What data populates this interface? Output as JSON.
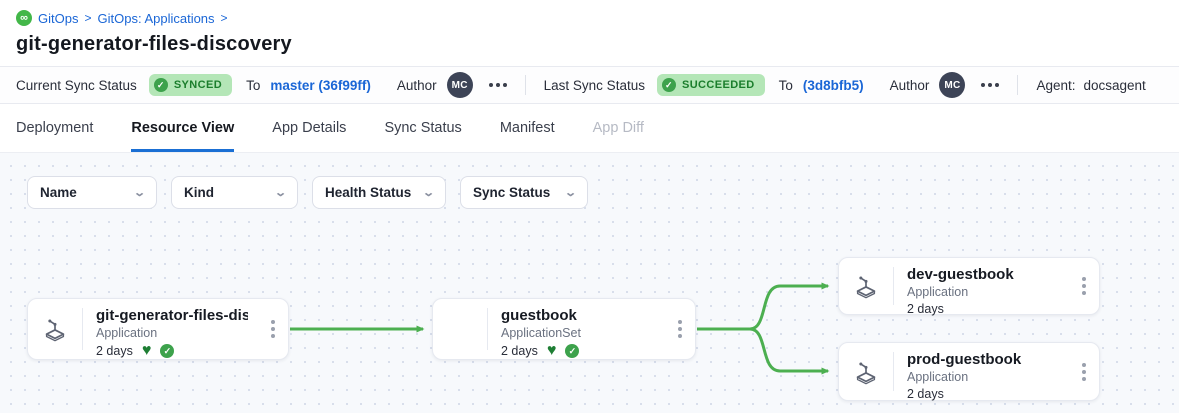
{
  "breadcrumb": {
    "icon": "gitops-infinity-icon",
    "items": [
      {
        "label": "GitOps"
      },
      {
        "label": "GitOps: Applications"
      }
    ],
    "separator": ">"
  },
  "page": {
    "title": "git-generator-files-discovery"
  },
  "status_bar": {
    "current": {
      "label": "Current Sync Status",
      "badge": "SYNCED",
      "to_label": "To",
      "revision": "master (36f99ff)",
      "author_label": "Author",
      "author_initials": "MC"
    },
    "last": {
      "label": "Last Sync Status",
      "badge": "SUCCEEDED",
      "to_label": "To",
      "revision": "(3d8bfb5)",
      "author_label": "Author",
      "author_initials": "MC"
    },
    "agent": {
      "label": "Agent:",
      "value": "docsagent"
    }
  },
  "tabs": [
    {
      "label": "Deployment",
      "state": "normal"
    },
    {
      "label": "Resource View",
      "state": "active"
    },
    {
      "label": "App Details",
      "state": "normal"
    },
    {
      "label": "Sync Status",
      "state": "normal"
    },
    {
      "label": "Manifest",
      "state": "normal"
    },
    {
      "label": "App Diff",
      "state": "disabled"
    }
  ],
  "filters": [
    {
      "label": "Name"
    },
    {
      "label": "Kind"
    },
    {
      "label": "Health Status"
    },
    {
      "label": "Sync Status"
    }
  ],
  "graph": {
    "nodes": [
      {
        "title": "git-generator-files-disco...",
        "kind": "Application",
        "age": "2 days",
        "healthy": true,
        "synced": true
      },
      {
        "title": "guestbook",
        "kind": "ApplicationSet",
        "age": "2 days",
        "healthy": true,
        "synced": true
      },
      {
        "title": "dev-guestbook",
        "kind": "Application",
        "age": "2 days",
        "healthy": false,
        "synced": false
      },
      {
        "title": "prod-guestbook",
        "kind": "Application",
        "age": "2 days",
        "healthy": false,
        "synced": false
      }
    ],
    "edges": [
      {
        "from": "git-generator-files-discovery",
        "to": "guestbook"
      },
      {
        "from": "guestbook",
        "to": "dev-guestbook"
      },
      {
        "from": "guestbook",
        "to": "prod-guestbook"
      }
    ]
  },
  "colors": {
    "edge_green": "#4caf50",
    "badge_bg": "#b4e6b7",
    "badge_text": "#1b7e2c",
    "link_blue": "#1a66d6",
    "tab_underline": "#1a6fd4",
    "heart_green": "#1e7e34"
  },
  "glyphs": {
    "infinity": "∞",
    "check": "✓",
    "chevron_down": "▾"
  }
}
